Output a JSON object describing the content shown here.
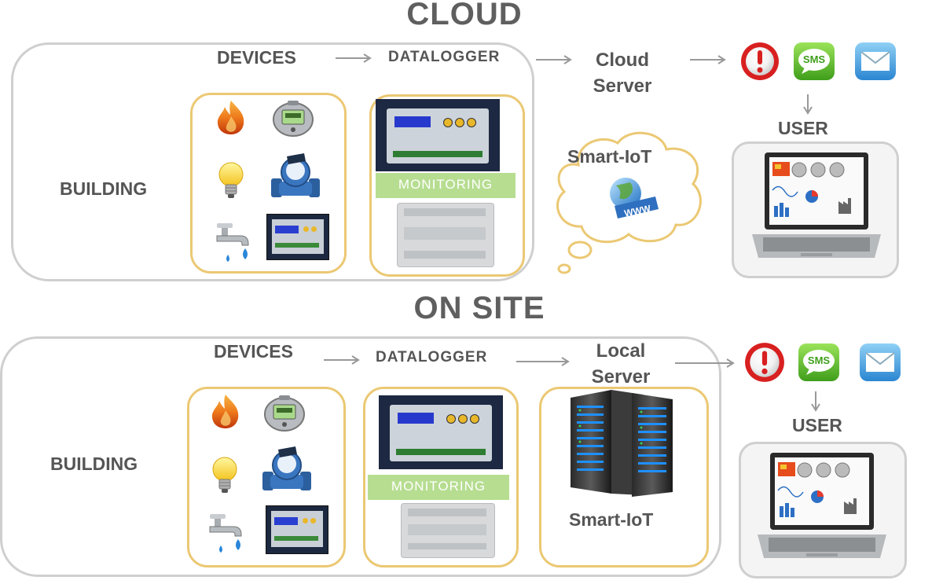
{
  "cloud": {
    "title": "CLOUD",
    "devices": "DEVICES",
    "datalogger": "DATALOGGER",
    "server_line1": "Cloud",
    "server_line2": "Server",
    "building": "BUILDING",
    "monitoring": "MONITORING",
    "smart_iot": "Smart-IoT",
    "user": "USER",
    "sms": "SMS"
  },
  "onsite": {
    "title": "ON SITE",
    "devices": "DEVICES",
    "datalogger": "DATALOGGER",
    "server_line1": "Local",
    "server_line2": "Server",
    "building": "BUILDING",
    "monitoring": "MONITORING",
    "smart_iot": "Smart-IoT",
    "user": "USER",
    "sms": "SMS"
  },
  "colors": {
    "panel_border": "#cfcfcf",
    "device_box_border": "#ebc873",
    "monitoring_bar": "#b6dd90",
    "title_text": "#5f5f5f"
  }
}
